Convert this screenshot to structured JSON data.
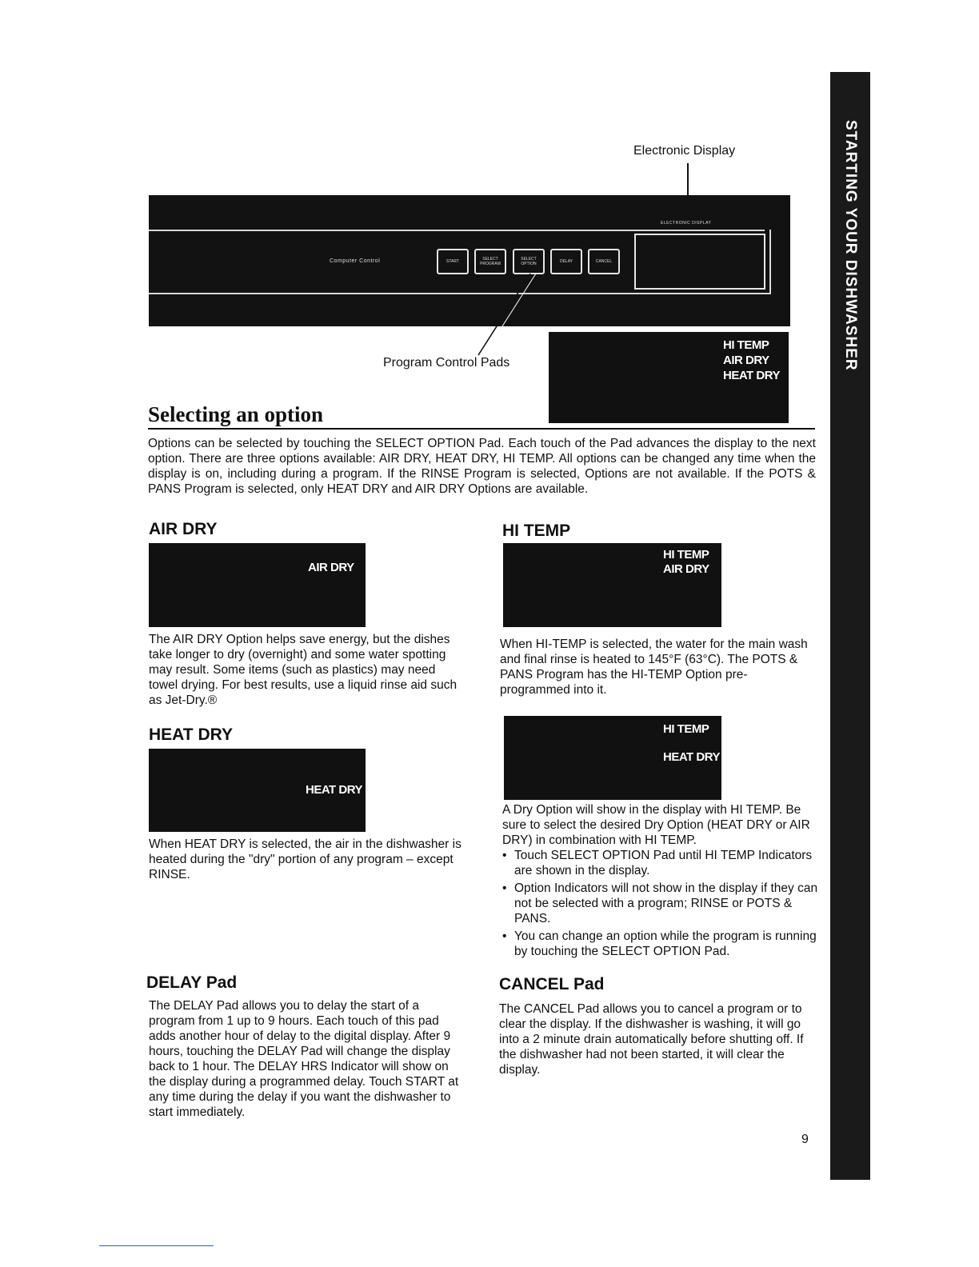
{
  "side_tab": "STARTING YOUR DISHWASHER",
  "figure": {
    "electronic_display_label": "Electronic Display",
    "program_control_pads_label": "Program Control Pads",
    "panel_text": "Computer Control",
    "display_caption": "ELECTRONIC DISPLAY",
    "pads": [
      "START",
      "SELECT PROGRAM",
      "SELECT OPTION",
      "DELAY",
      "CANCEL"
    ],
    "display_lines": [
      "HI TEMP",
      "AIR DRY",
      "HEAT DRY"
    ]
  },
  "section_title": "Selecting an option",
  "intro": "Options can be selected by touching the SELECT OPTION Pad. Each touch of the Pad advances the display to the next option. There are three options available: AIR DRY, HEAT DRY, HI TEMP. All options can be changed any time when the display is on, including during a program. If the RINSE Program is selected, Options are not available. If the POTS & PANS Program is selected, only HEAT DRY and AIR DRY Options are available.",
  "air_dry": {
    "heading": "AIR DRY",
    "display": [
      "AIR DRY"
    ],
    "text": "The AIR DRY Option helps save energy, but the dishes take longer to dry (overnight) and some water spotting may result. Some items (such as plastics) may need towel drying. For best results, use a liquid rinse aid such as Jet-Dry.®"
  },
  "hi_temp": {
    "heading": "HI TEMP",
    "display": [
      "HI TEMP",
      "AIR DRY"
    ],
    "text": "When HI-TEMP is selected, the water for the main wash and final rinse is heated to 145°F (63°C). The POTS & PANS Program has the HI-TEMP Option pre-programmed into it."
  },
  "heat_dry": {
    "heading": "HEAT DRY",
    "display": [
      "HEAT DRY"
    ],
    "text": "When HEAT DRY is selected, the air in the dishwasher is heated during the \"dry\" portion of any program – except RINSE."
  },
  "hi_heat": {
    "display": [
      "HI TEMP",
      "HEAT DRY"
    ],
    "text": "A Dry Option will show in the display with HI TEMP. Be sure to select the desired Dry Option (HEAT DRY or AIR DRY) in combination with HI TEMP.",
    "bullets": [
      "Touch SELECT OPTION Pad until HI TEMP Indicators are shown in the display.",
      "Option Indicators will not show in the display if they can not be selected with a program; RINSE or POTS & PANS.",
      "You can change an option while the program is running by touching the SELECT OPTION Pad."
    ]
  },
  "delay": {
    "heading": "DELAY Pad",
    "text": "The DELAY Pad allows you to delay the start of a program from 1 up to 9 hours. Each touch of this pad adds another hour of delay to the digital display. After 9 hours, touching the DELAY Pad will change the display back to 1 hour. The DELAY HRS Indicator will show on the display during a programmed delay. Touch START at any time during the delay if you want the dishwasher to start immediately."
  },
  "cancel": {
    "heading": "CANCEL Pad",
    "text": "The CANCEL Pad allows you to cancel a program or to clear the display. If the dishwasher is washing, it will go into a 2 minute drain automatically before shutting off. If the dishwasher had not been started, it will clear the display."
  },
  "page_number": "9"
}
